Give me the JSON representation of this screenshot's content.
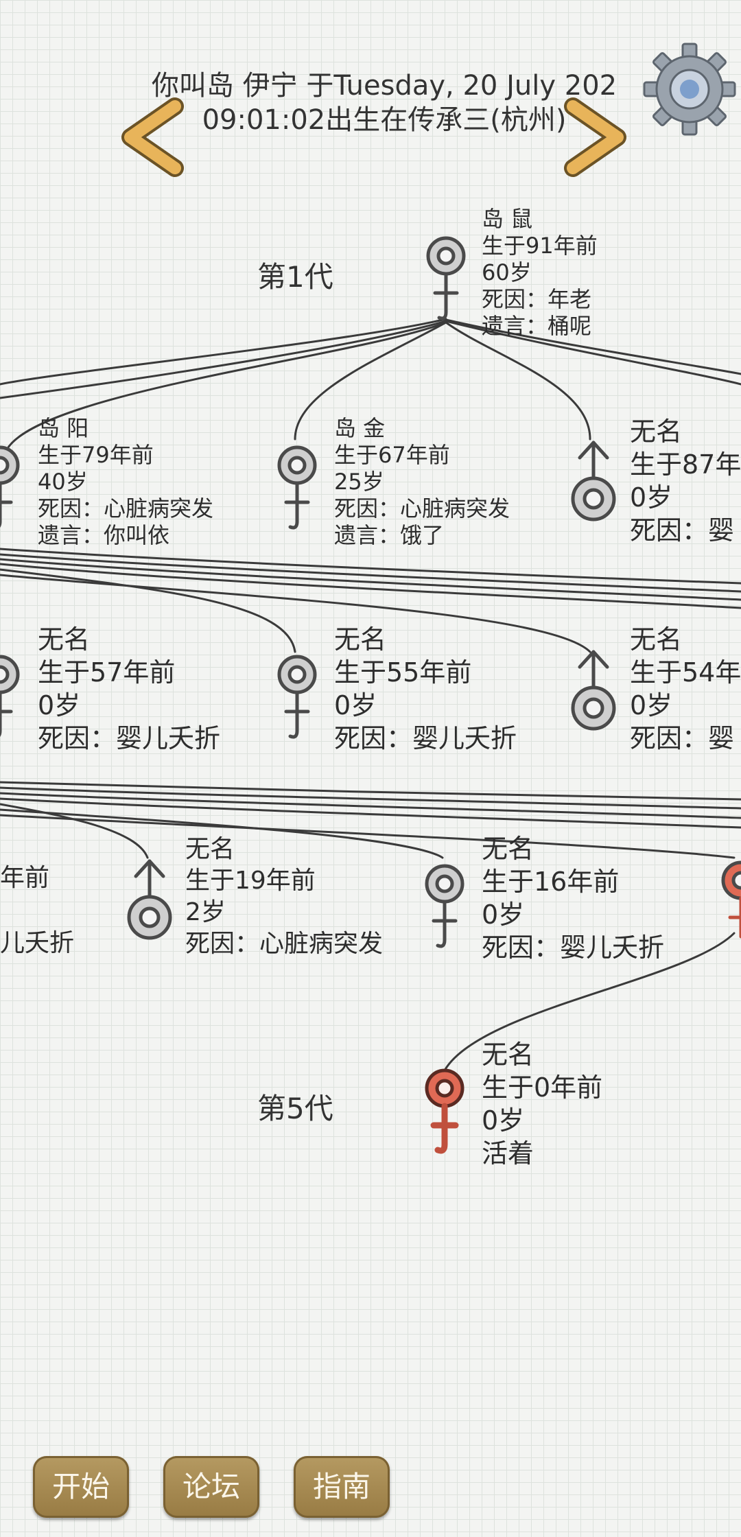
{
  "header": {
    "line1": "你叫岛 伊宁 于Tuesday, 20 July 202",
    "line2": "09:01:02出生在传承三(杭州)"
  },
  "generations": {
    "gen1": "第1代",
    "gen5": "第5代"
  },
  "nodes": {
    "n1": {
      "name": "岛 鼠",
      "born": "生于91年前",
      "age": "60岁",
      "death": "死因：年老",
      "will": "遗言：桶呢"
    },
    "n2": {
      "name": "岛 阳",
      "born": "生于79年前",
      "age": "40岁",
      "death": "死因：心脏病突发",
      "will": "遗言：你叫依"
    },
    "n3": {
      "name": "岛 金",
      "born": "生于67年前",
      "age": "25岁",
      "death": "死因：心脏病突发",
      "will": "遗言：饿了"
    },
    "n4": {
      "name": "无名",
      "born": "生于87年",
      "age": "0岁",
      "death": "死因：婴"
    },
    "n5": {
      "name": "无名",
      "born": "生于57年前",
      "age": "0岁",
      "death": "死因：婴儿夭折"
    },
    "n6": {
      "name": "无名",
      "born": "生于55年前",
      "age": "0岁",
      "death": "死因：婴儿夭折"
    },
    "n7": {
      "name": "无名",
      "born": "生于54年",
      "age": "0岁",
      "death": "死因：婴"
    },
    "n8": {
      "born_tail": "年前",
      "death_tail": "儿夭折"
    },
    "n9": {
      "name": "无名",
      "born": "生于19年前",
      "age": "2岁",
      "death": "死因：心脏病突发"
    },
    "n10": {
      "name": "无名",
      "born": "生于16年前",
      "age": "0岁",
      "death": "死因：婴儿夭折"
    },
    "n11": {
      "name": "无名",
      "born": "生于0年前",
      "age": "0岁",
      "status": "活着"
    }
  },
  "buttons": {
    "start": "开始",
    "forum": "论坛",
    "guide": "指南"
  },
  "colors": {
    "button": "#a68a52",
    "arrow": "#e8b45a",
    "female_alive": "#e06a55",
    "symbol_gray": "#cfcfcf"
  }
}
